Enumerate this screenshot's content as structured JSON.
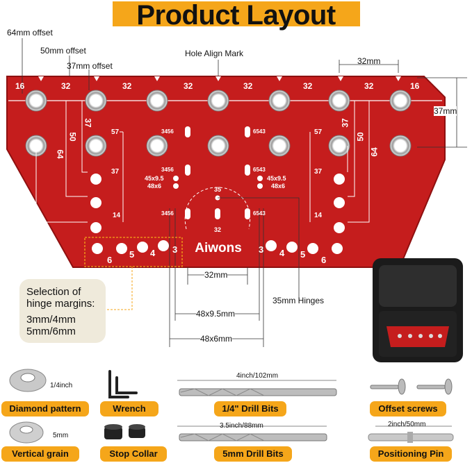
{
  "header": {
    "title": "Product Layout"
  },
  "callouts": {
    "offset_64": "64mm offset",
    "offset_50": "50mm offset",
    "offset_37": "37mm offset",
    "hole_align": "Hole Align Mark",
    "dim_32_top": "32mm",
    "dim_37_right": "37mm",
    "dim_32_bottom": "32mm",
    "hinges_35": "35mm Hinges",
    "dim_48x9_5": "48x9.5mm",
    "dim_48x6": "48x6mm"
  },
  "margins": {
    "line1": "Selection of",
    "line2": "hinge margins:",
    "line3": "3mm/4mm",
    "line4": "5mm/6mm"
  },
  "jig": {
    "brand": "Aiwons",
    "top_numbers": [
      "16",
      "32",
      "32",
      "32",
      "32",
      "32",
      "32",
      "16"
    ],
    "offset_numbers": [
      "37",
      "50",
      "64",
      "37",
      "50",
      "64"
    ],
    "scale_numbers": [
      "57",
      "37",
      "14",
      "57",
      "37",
      "14"
    ],
    "margin_numbers": [
      "6",
      "5",
      "4",
      "3",
      "3",
      "4",
      "5",
      "6"
    ],
    "center_35": "35",
    "center_32": "32",
    "small_labels": [
      "45x9.5",
      "48x6",
      "45x9.5",
      "48x6"
    ],
    "hole_codes": [
      "3456",
      "6543",
      "3456",
      "6543",
      "3456",
      "6543"
    ]
  },
  "accessories": {
    "diamond_size": "1/4inch",
    "diamond_label": "Diamond pattern",
    "vertical_size": "5mm",
    "vertical_label": "Vertical grain",
    "wrench_label": "Wrench",
    "stop_collar_label": "Stop Collar",
    "drill14_size": "4inch/102mm",
    "drill14_label": "1/4\" Drill Bits",
    "drill5_size": "3.5inch/88mm",
    "drill5_label": "5mm Drill Bits",
    "offset_screws_label": "Offset screws",
    "pin_size": "2inch/50mm",
    "pin_label": "Positioning Pin"
  },
  "colors": {
    "jig_red": "#c51d1d",
    "accent_orange": "#f5a61a",
    "box_black": "#1b1b1b"
  }
}
